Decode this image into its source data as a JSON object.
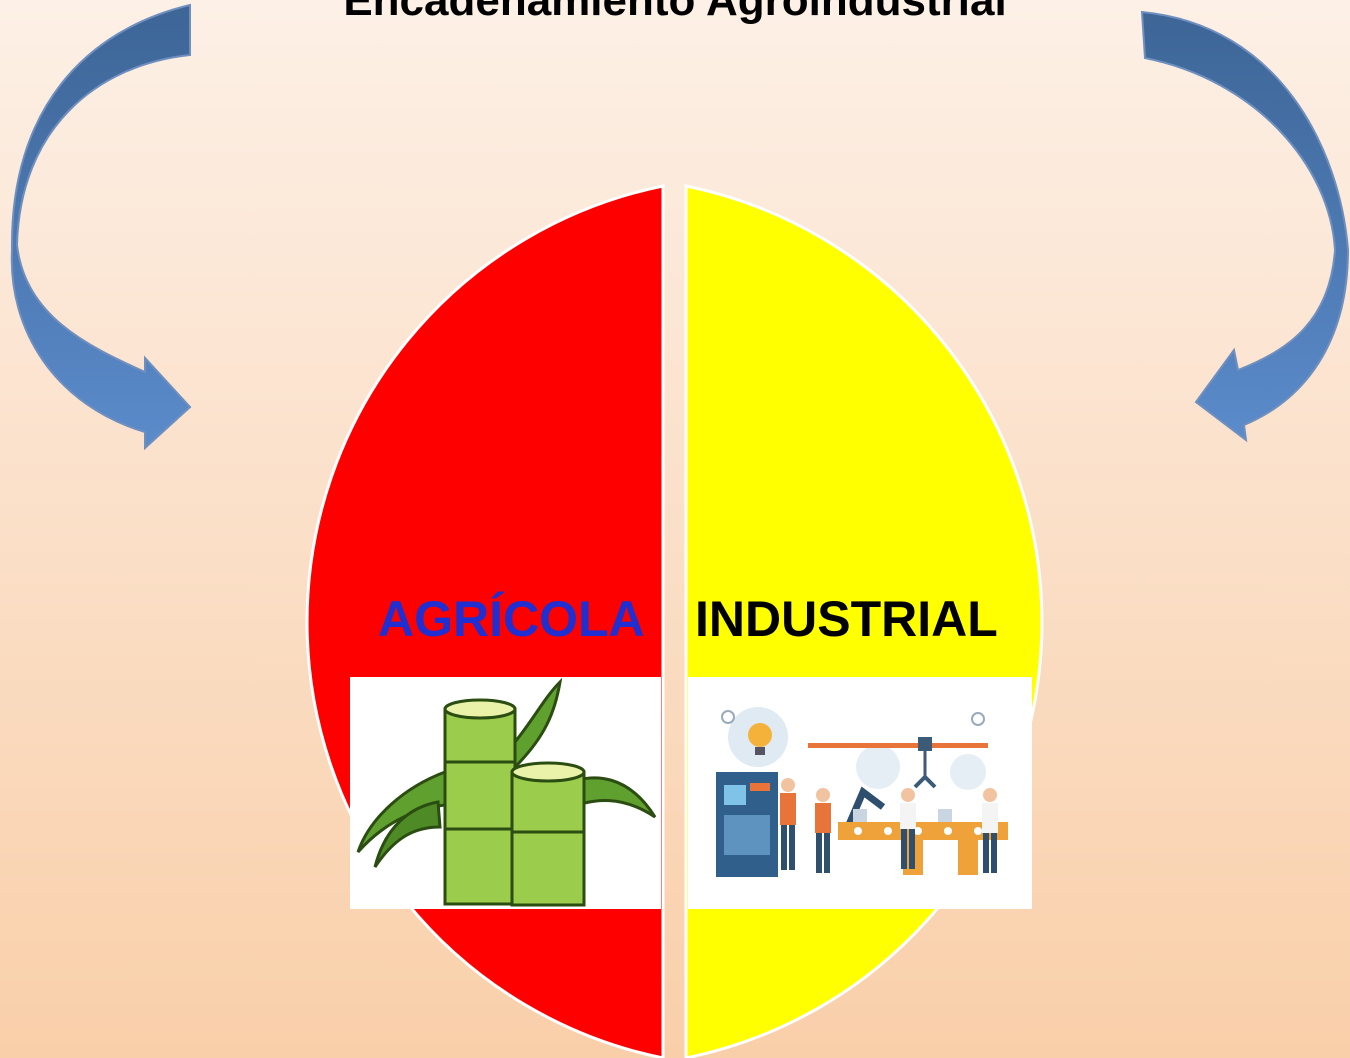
{
  "slide": {
    "title": "Encadenamiento Agroindustrial",
    "segments": [
      {
        "label": "AGRÍCOLA",
        "fill": "#ff0000",
        "label_color": "#1f2fd1",
        "image": "sugarcane-illustration"
      },
      {
        "label": "INDUSTRIAL",
        "fill": "#ffff00",
        "label_color": "#000000",
        "image": "factory-workers-illustration"
      }
    ],
    "cycle_arrows": {
      "color": "#4f81bd",
      "count": 2
    }
  }
}
